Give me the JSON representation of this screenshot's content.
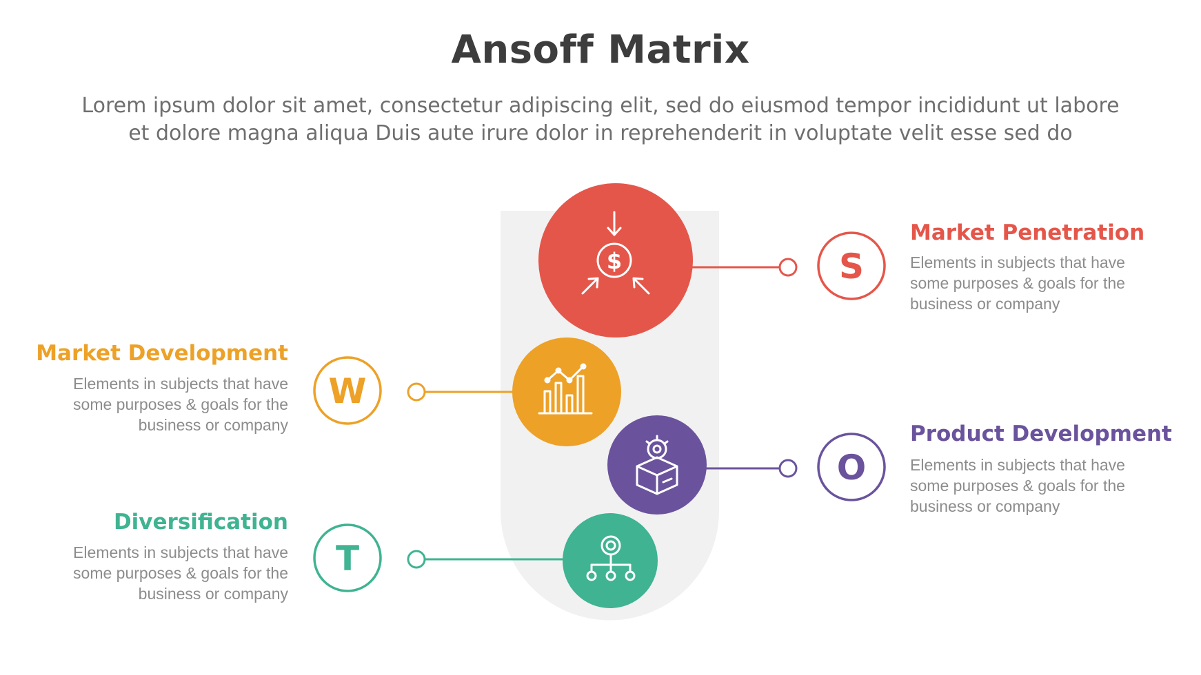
{
  "header": {
    "title": "Ansoff Matrix",
    "subtitle_line1": "Lorem ipsum dolor sit amet, consectetur adipiscing elit, sed do eiusmod tempor incididunt ut labore",
    "subtitle_line2": "et dolore magna aliqua Duis aute irure dolor in reprehenderit in voluptate velit esse sed do"
  },
  "items": [
    {
      "title": "Market Penetration",
      "letter": "S",
      "icon": "dollar-arrows-icon",
      "color": "#e5564a",
      "desc_line1": "Elements in subjects that have",
      "desc_line2": "some purposes & goals for the",
      "desc_line3": "business or company"
    },
    {
      "title": "Market Development",
      "letter": "W",
      "icon": "bar-chart-icon",
      "color": "#eda127",
      "desc_line1": "Elements in subjects that have",
      "desc_line2": "some purposes & goals for the",
      "desc_line3": "business or company"
    },
    {
      "title": "Product Development",
      "letter": "O",
      "icon": "box-gear-icon",
      "color": "#6a539c",
      "desc_line1": "Elements in subjects that have",
      "desc_line2": "some purposes & goals for the",
      "desc_line3": "business or company"
    },
    {
      "title": "Diversification",
      "letter": "T",
      "icon": "hierarchy-icon",
      "color": "#3fb392",
      "desc_line1": "Elements in subjects that have",
      "desc_line2": "some purposes & goals for the",
      "desc_line3": "business or company"
    }
  ]
}
